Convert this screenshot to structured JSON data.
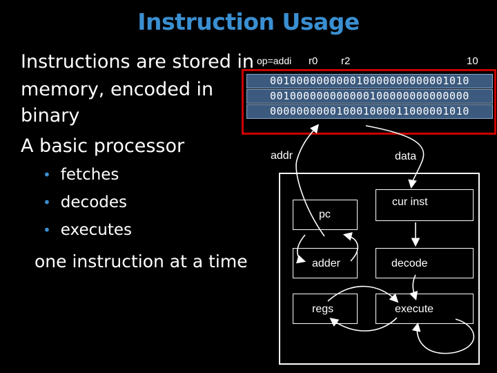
{
  "title": "Instruction Usage",
  "body": {
    "line1": "Instructions are stored in",
    "line2": "memory, encoded in",
    "line3": "binary",
    "line4": "A basic processor",
    "bullets": [
      "fetches",
      "decodes",
      "executes"
    ],
    "footer": "one instruction at a time"
  },
  "memory": {
    "field_labels": {
      "op": "op=addi",
      "r0": "r0",
      "r2": "r2",
      "imm": "10"
    },
    "rows": [
      "001000000000010000000000001010",
      "001000000000000100000000000000",
      "000000000010001000011000001010"
    ]
  },
  "cpu": {
    "addr_label": "addr",
    "data_label": "data",
    "pc_label": "pc",
    "cur_inst_label": "cur inst",
    "adder_label": "adder",
    "decode_label": "decode",
    "regs_label": "regs",
    "execute_label": "execute"
  },
  "colors": {
    "title": "#3a8fd1",
    "memory_border": "#c00000",
    "memory_row": "#3c5a7e",
    "background": "#000000"
  }
}
